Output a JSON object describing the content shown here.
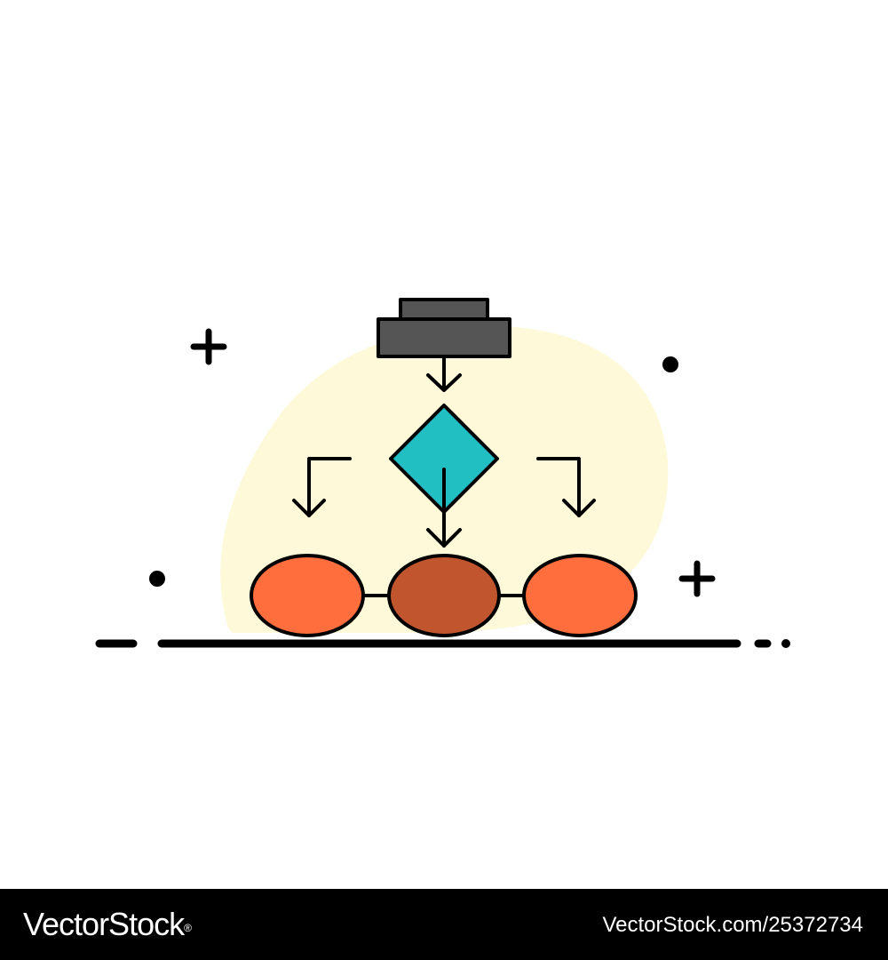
{
  "illustration": {
    "subject": "algorithm-flowchart",
    "colors": {
      "background_blob": "#FEF9D9",
      "outline": "#000000",
      "top_block": "#555555",
      "decision_diamond": "#21BFC2",
      "side_nodes": "#FF6E3C",
      "center_node": "#C1552E"
    }
  },
  "footer": {
    "logo_text": "VectorStock",
    "logo_mark": "®",
    "image_url": "VectorStock.com/25372734"
  }
}
